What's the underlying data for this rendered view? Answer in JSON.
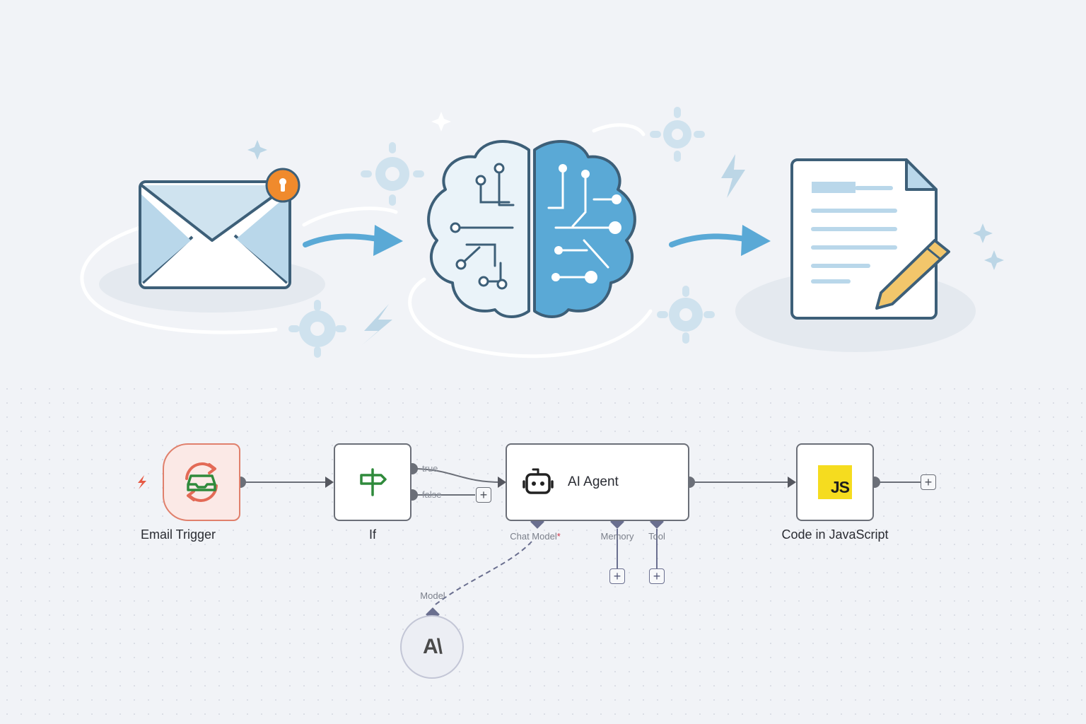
{
  "illustration": {
    "items": [
      "envelope-icon",
      "brain-circuit-icon",
      "document-pencil-icon"
    ],
    "colors": {
      "blue": "#5aa9d6",
      "dark": "#3d5f78",
      "alert": "#f08a2c",
      "pencil": "#f2c66b"
    }
  },
  "workflow": {
    "nodes": {
      "trigger": {
        "label": "Email Trigger",
        "icon": "inbox-refresh-icon"
      },
      "if": {
        "label": "If",
        "icon": "signpost-icon",
        "branches": [
          "true",
          "false"
        ]
      },
      "agent": {
        "title": "AI Agent",
        "icon": "robot-icon",
        "ports": {
          "chat_model": "Chat Model",
          "required_mark": "*",
          "memory": "Memory",
          "tool": "Tool"
        }
      },
      "code": {
        "label": "Code in JavaScript",
        "badge": "JS"
      },
      "model": {
        "port_label": "Model",
        "logo_text": "A\\"
      }
    },
    "colors": {
      "trigger_bg": "#fbe9e6",
      "trigger_border": "#e0806c",
      "connector": "#6b6f78",
      "sub_connector": "#6a6f8f",
      "js_yellow": "#f5dc1f"
    }
  }
}
